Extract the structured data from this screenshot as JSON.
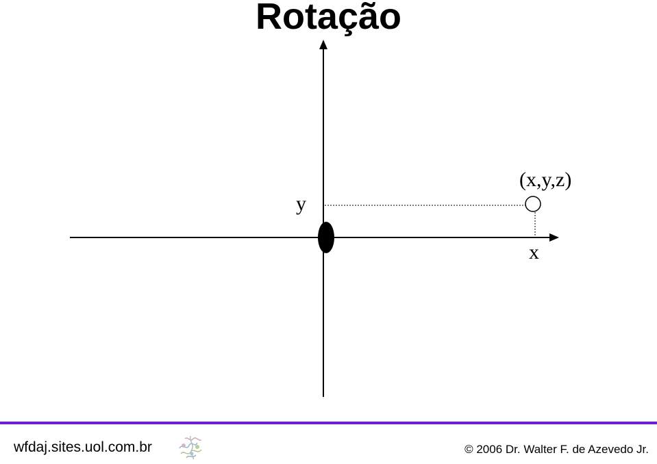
{
  "slide": {
    "title": "Rotação"
  },
  "diagram": {
    "y_axis_label": "y",
    "x_axis_label": "x",
    "point_label": "(x,y,z)"
  },
  "footer": {
    "site": "wfdaj.sites.uol.com.br",
    "copyright": "© 2006 Dr. Walter F. de Azevedo Jr.",
    "accent_color": "#6a1fd1",
    "logo_icon": "protein-structure-icon"
  }
}
